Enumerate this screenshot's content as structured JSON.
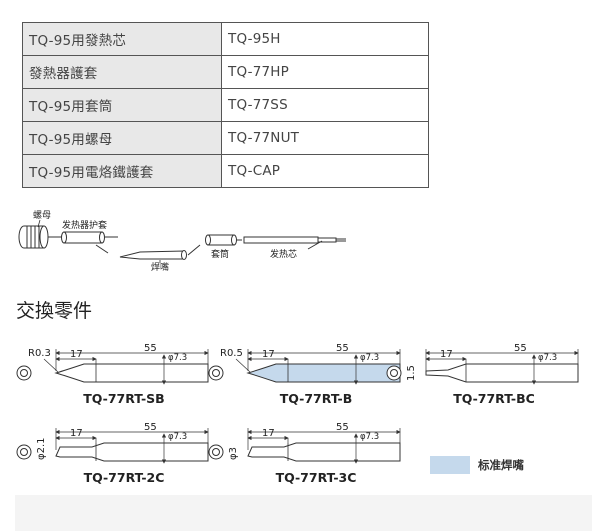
{
  "parts_table": {
    "rows": [
      {
        "name": "TQ-95用發熱芯",
        "code": "TQ-95H"
      },
      {
        "name": "發熱器護套",
        "code": "TQ-77HP"
      },
      {
        "name": "TQ-95用套筒",
        "code": "TQ-77SS"
      },
      {
        "name": "TQ-95用螺母",
        "code": "TQ-77NUT"
      },
      {
        "name": "TQ-95用電烙鐵護套",
        "code": "TQ-CAP"
      }
    ]
  },
  "assembly": {
    "label_nut": "螺母",
    "label_heater_cover": "发热器护套",
    "label_tip": "焊嘴",
    "label_sleeve": "套筒",
    "label_heater_core": "发热芯"
  },
  "section_title": "交換零件",
  "tips": [
    {
      "model": "TQ-77RT-SB",
      "radius": "R0.3",
      "len_a": "17",
      "len_b": "55",
      "diameter": "φ7.3",
      "standard": false
    },
    {
      "model": "TQ-77RT-B",
      "radius": "R0.5",
      "len_a": "17",
      "len_b": "55",
      "diameter": "φ7.3",
      "standard": true
    },
    {
      "model": "TQ-77RT-BC",
      "side": "1.5",
      "len_a": "17",
      "len_b": "55",
      "diameter": "φ7.3",
      "standard": false
    },
    {
      "model": "TQ-77RT-2C",
      "side": "φ2.1",
      "len_a": "17",
      "len_b": "55",
      "diameter": "φ7.3",
      "standard": false
    },
    {
      "model": "TQ-77RT-3C",
      "side": "φ3",
      "len_a": "17",
      "len_b": "55",
      "diameter": "φ7.3",
      "standard": false
    }
  ],
  "legend": {
    "label": "标准焊嘴",
    "color": "#c5d9ec"
  }
}
